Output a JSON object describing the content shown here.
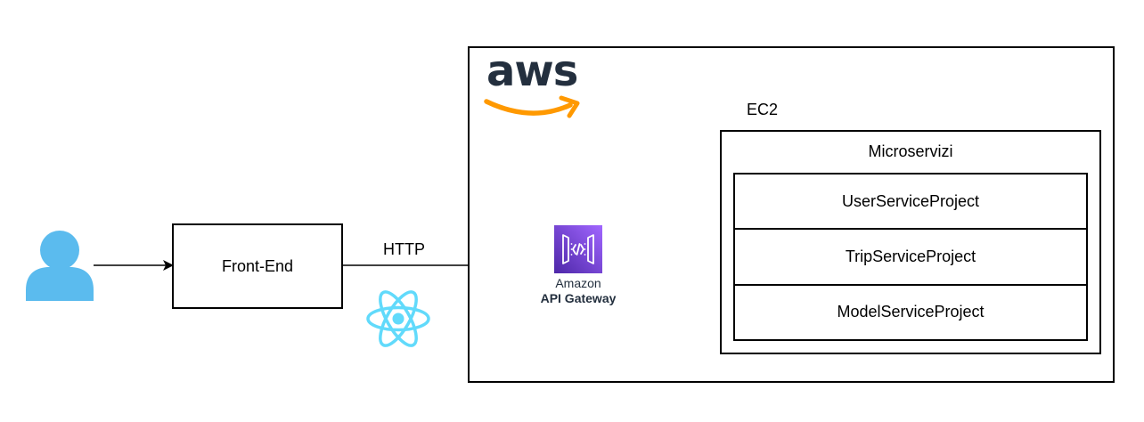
{
  "front_end": {
    "label": "Front-End"
  },
  "http": {
    "label": "HTTP"
  },
  "aws": {
    "logo_text": "aws"
  },
  "api_gateway": {
    "line1": "Amazon",
    "line2": "API Gateway"
  },
  "ec2": {
    "label": "EC2"
  },
  "microservices": {
    "title": "Microservizi",
    "services": [
      {
        "label": "UserServiceProject"
      },
      {
        "label": "TripServiceProject"
      },
      {
        "label": "ModelServiceProject"
      }
    ]
  },
  "colors": {
    "user_icon": "#5bbbee",
    "react_logo": "#61dafb",
    "aws_text": "#232f3e",
    "aws_smile": "#ff9900",
    "api_gateway_top": "#a166ff",
    "api_gateway_bottom": "#4d27a8"
  },
  "icons": {
    "user": "user-icon",
    "react": "react-icon",
    "api_gateway": "api-gateway-icon"
  }
}
